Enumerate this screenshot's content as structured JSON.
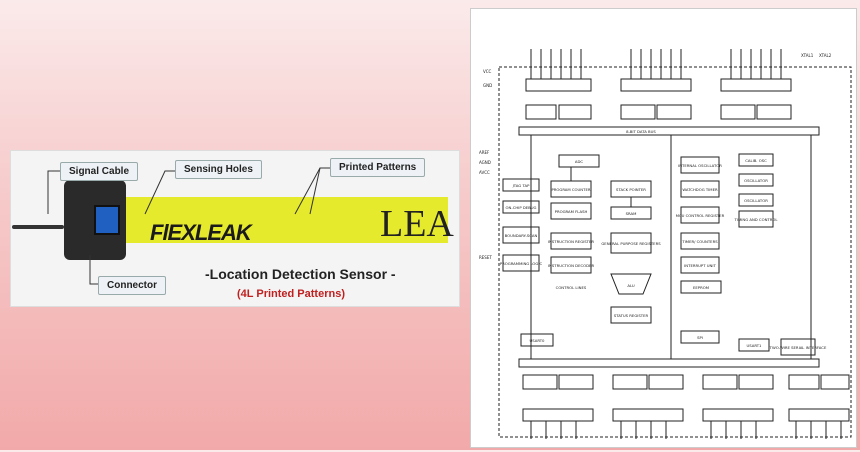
{
  "sensor": {
    "callout_signal_cable": "Signal Cable",
    "callout_sensing_holes": "Sensing Holes",
    "callout_printed_patterns": "Printed Patterns",
    "callout_connector": "Connector",
    "logo": "FlEXLEAK",
    "strip_text": "LEA",
    "caption": "-Location Detection Sensor -",
    "subcaption": "(4L Printed Patterns)"
  },
  "block_diagram": {
    "blocks": {
      "adc": "ADC",
      "jtag": "JTAG TAP",
      "ocd": "ON-CHIP DEBUG",
      "bscan": "BOUNDARY-SCAN",
      "plogic": "PROGRAMMING LOGIC",
      "pc": "PROGRAM COUNTER",
      "flash": "PROGRAM FLASH",
      "ireg": "INSTRUCTION REGISTER",
      "idec": "INSTRUCTION DECODER",
      "ctrl": "CONTROL LINES",
      "sp": "STACK POINTER",
      "sram": "SRAM",
      "gpr": "GENERAL PURPOSE REGISTERS",
      "alu": "ALU",
      "status": "STATUS REGISTER",
      "eeprom": "EEPROM",
      "osc_int": "INTERNAL OSCILLATOR",
      "wdt": "WATCHDOG TIMER",
      "mcu": "MCU CONTROL REGISTER",
      "timers": "TIMER/ COUNTERS",
      "irq": "INTERRUPT UNIT",
      "spi": "SPI",
      "calib": "CALIB. OSC",
      "osc1": "OSCILLATOR",
      "osc2": "OSCILLATOR",
      "timing": "TIMING AND CONTROL",
      "usart0": "USART0",
      "usart1": "USART1",
      "twi": "TWO-WIRE SERIAL INTERFACE"
    },
    "labels": {
      "vcc": "VCC",
      "gnd": "GND",
      "databus": "8-BIT DATA BUS",
      "aref": "AREF",
      "agnd": "AGND",
      "avcc": "AVCC",
      "reset": "RESET",
      "xtal1": "XTAL1",
      "xtal2": "XTAL2"
    }
  }
}
